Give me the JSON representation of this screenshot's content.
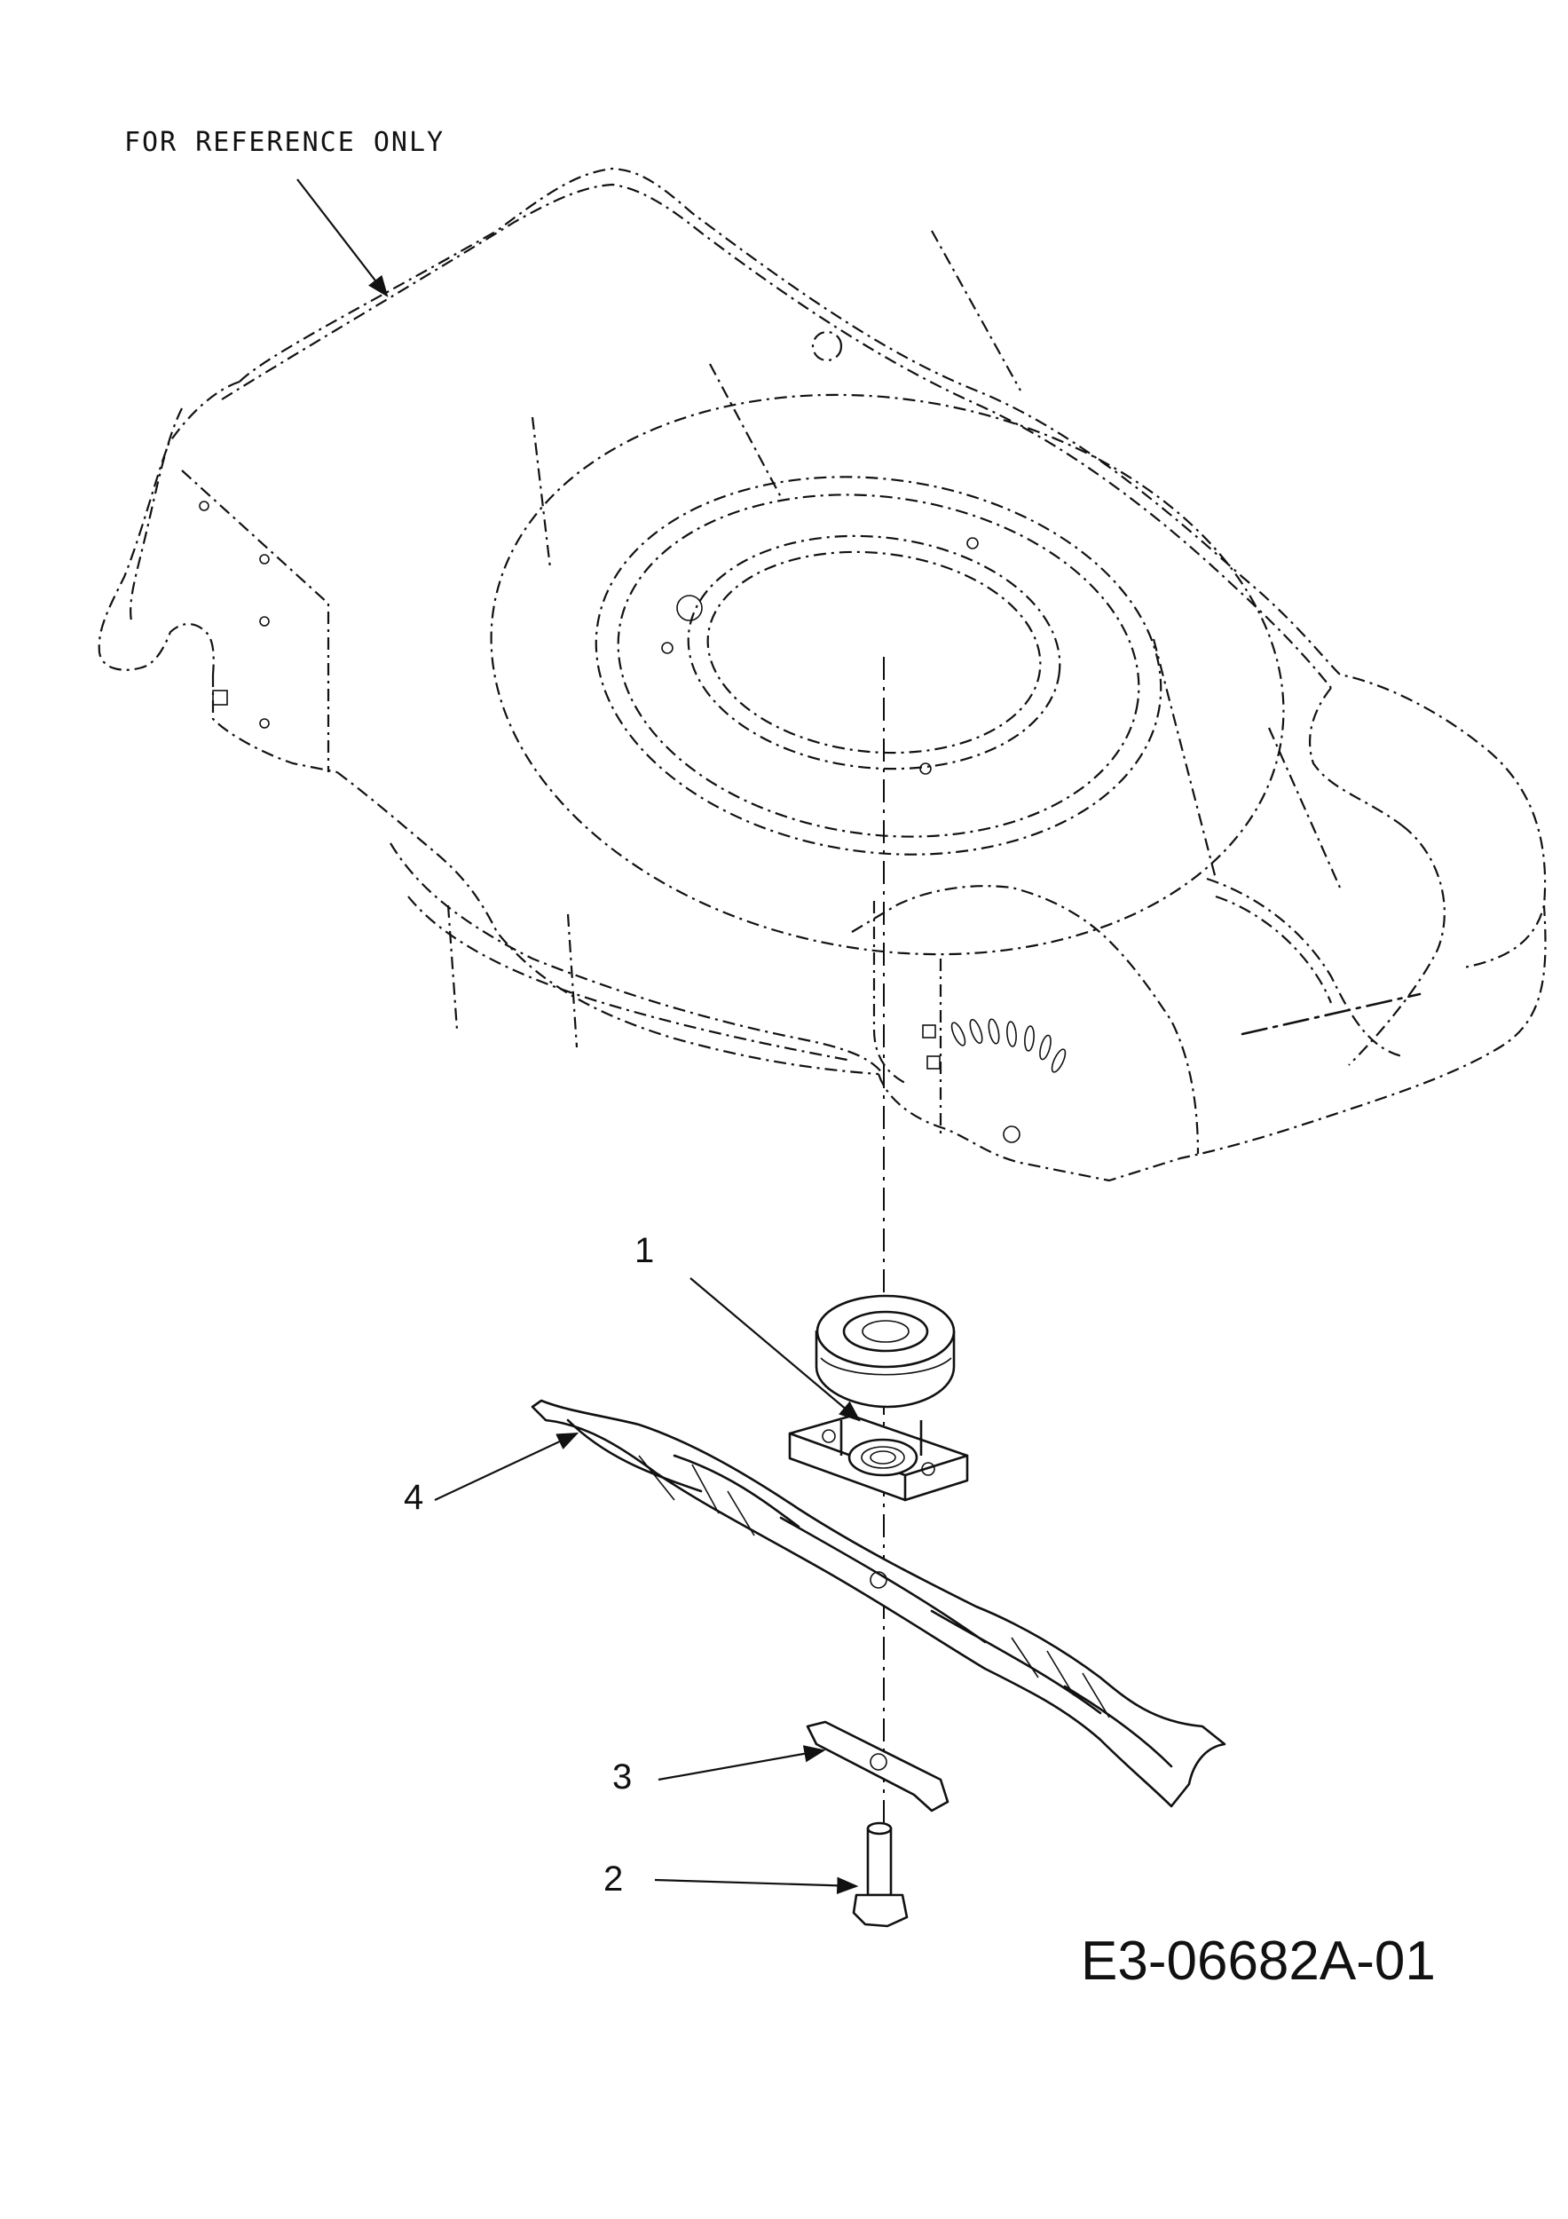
{
  "reference_note": "FOR REFERENCE ONLY",
  "drawing_id": "E3-06682A-01",
  "callouts": [
    "1",
    "2",
    "3",
    "4"
  ],
  "colors": {
    "ink": "#111111",
    "paper": "#ffffff"
  }
}
